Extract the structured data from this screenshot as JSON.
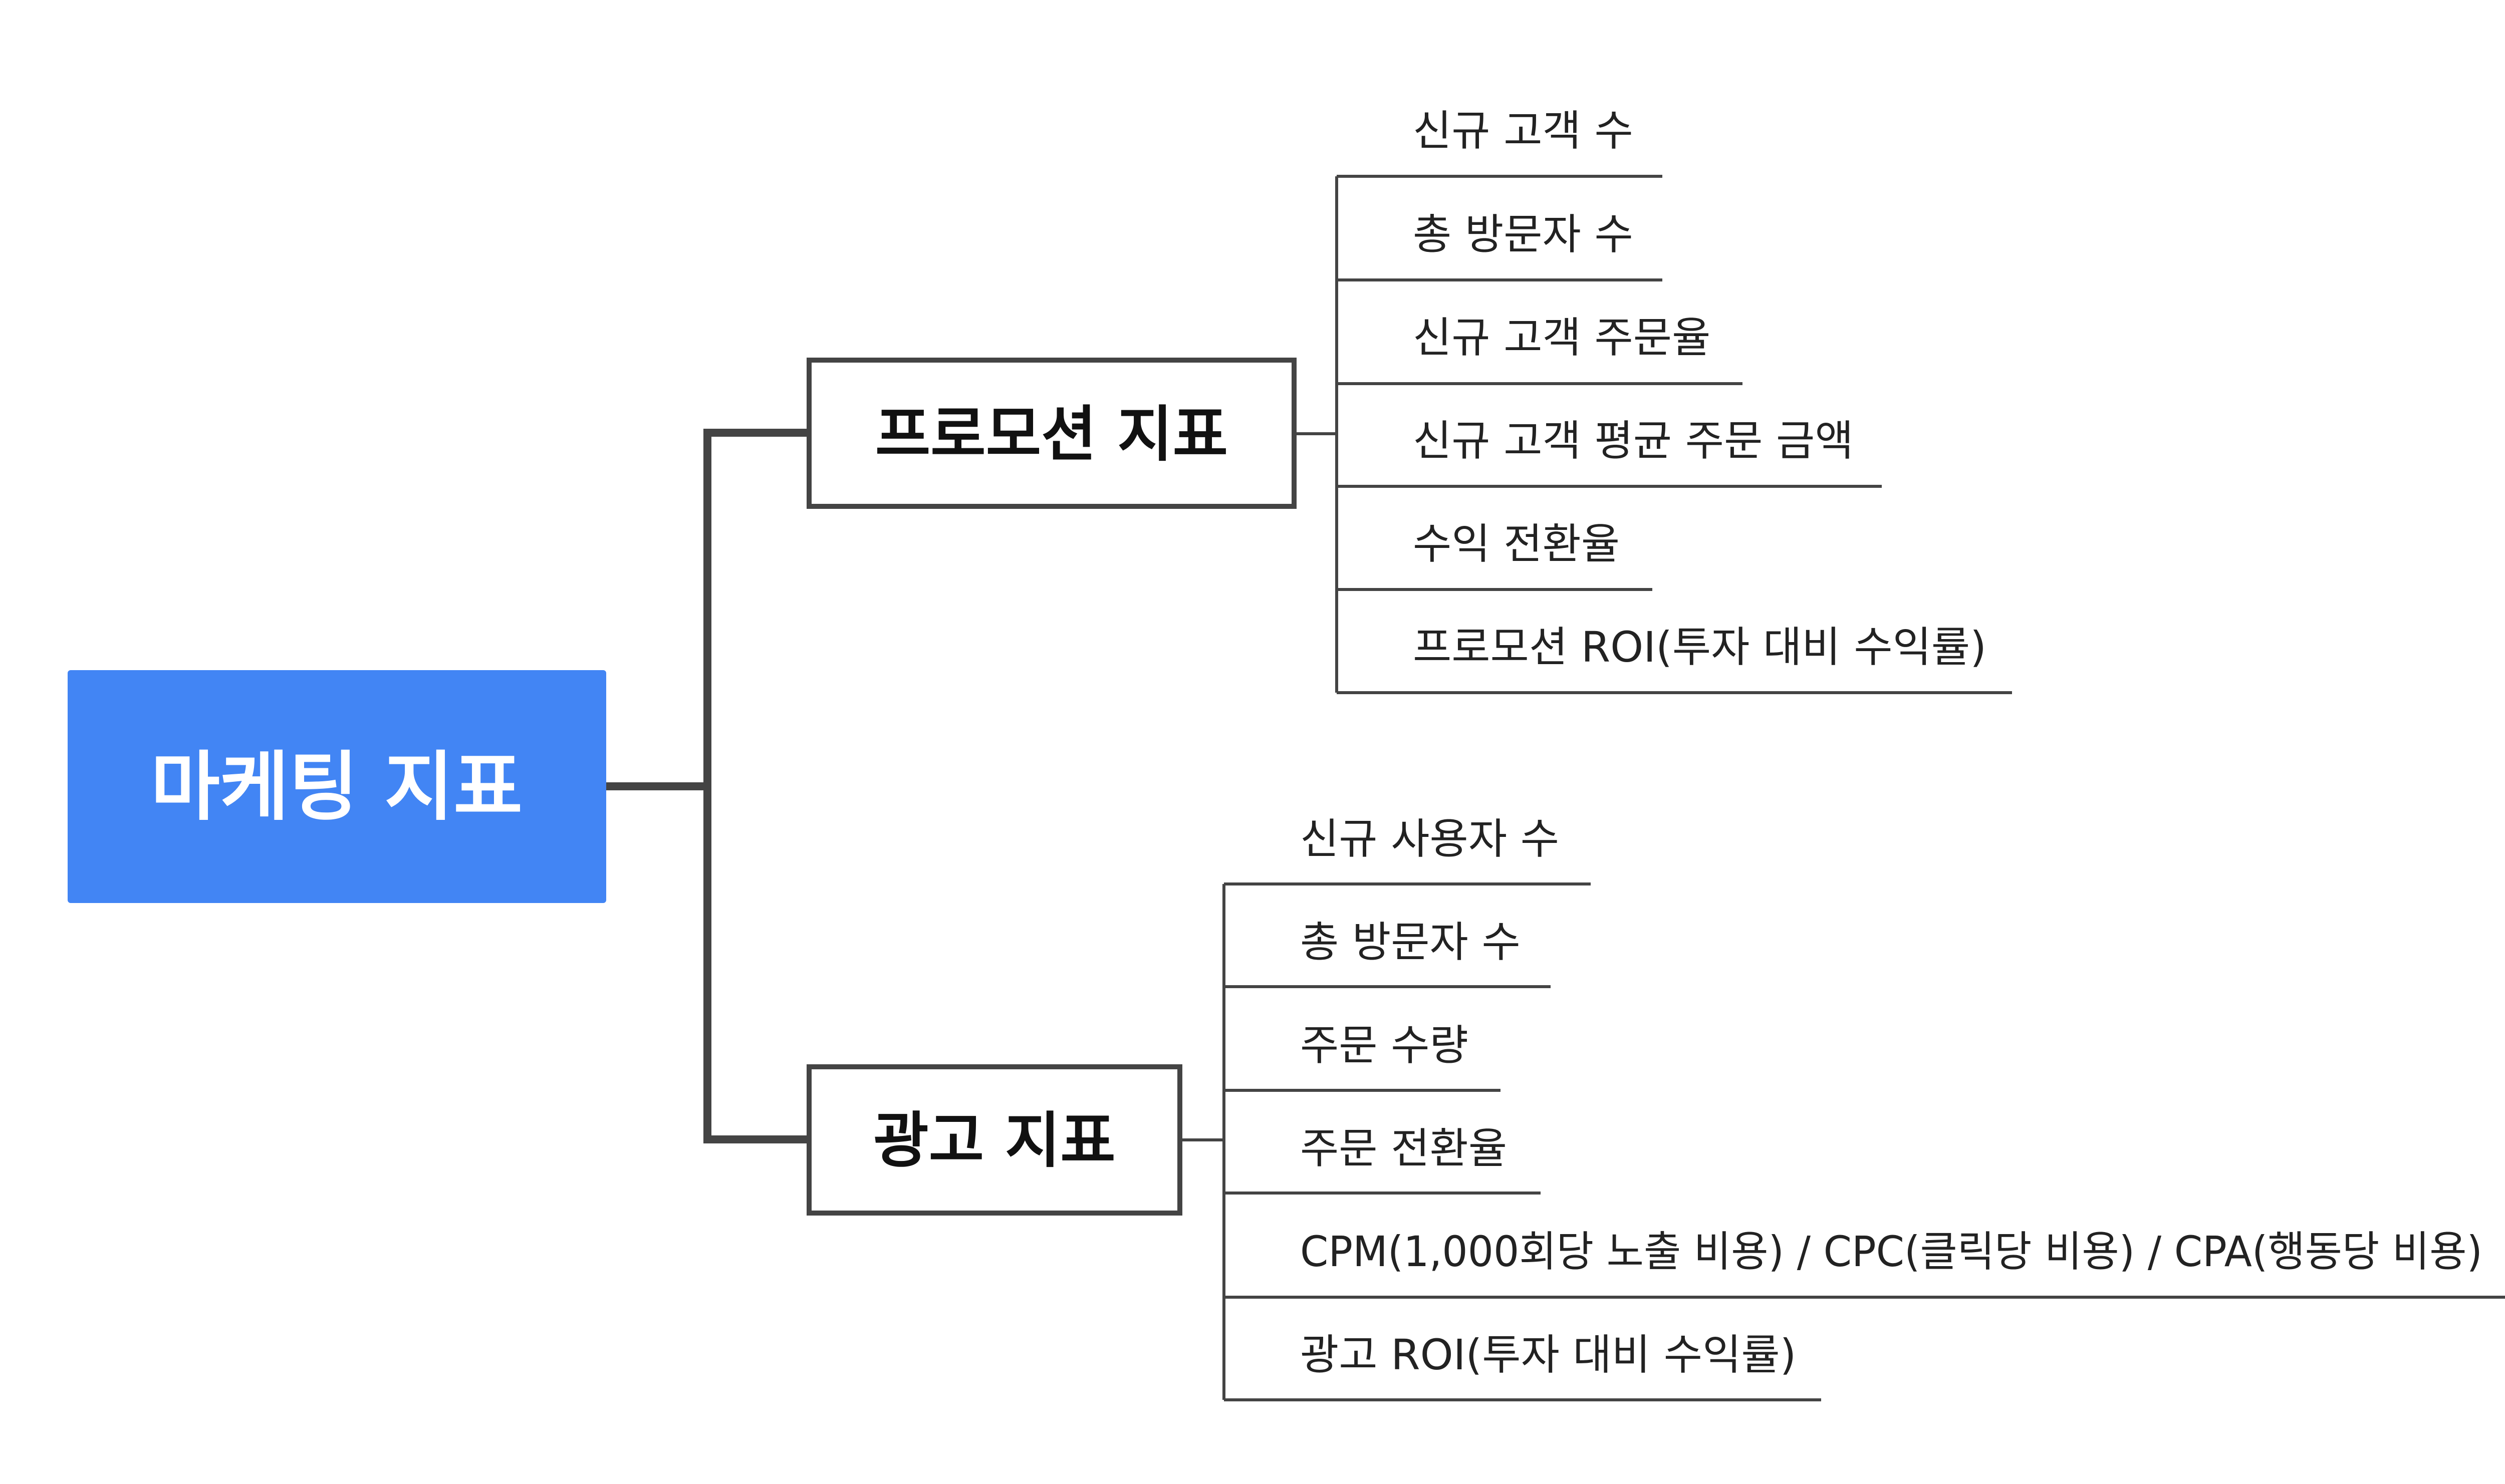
{
  "colors": {
    "root_fill": "#4285F4",
    "root_text": "#FFFFFF",
    "line": "#444444",
    "text": "#222222",
    "box_border": "#444444",
    "background": "#FFFFFF"
  },
  "root": {
    "label": "마케팅 지표"
  },
  "branches": [
    {
      "label": "프로모션 지표",
      "items": [
        "신규 고객 수",
        "총 방문자 수",
        "신규 고객 주문율",
        "신규 고객 평균 주문 금액",
        "수익 전환율",
        "프로모션 ROI(투자 대비 수익률)"
      ]
    },
    {
      "label": "광고 지표",
      "items": [
        "신규 사용자 수",
        "총 방문자 수",
        "주문 수량",
        "주문 전환율",
        "CPM(1,000회당 노출 비용) / CPC(클릭당 비용) / CPA(행동당 비용)",
        "광고 ROI(투자 대비 수익률)"
      ]
    }
  ]
}
